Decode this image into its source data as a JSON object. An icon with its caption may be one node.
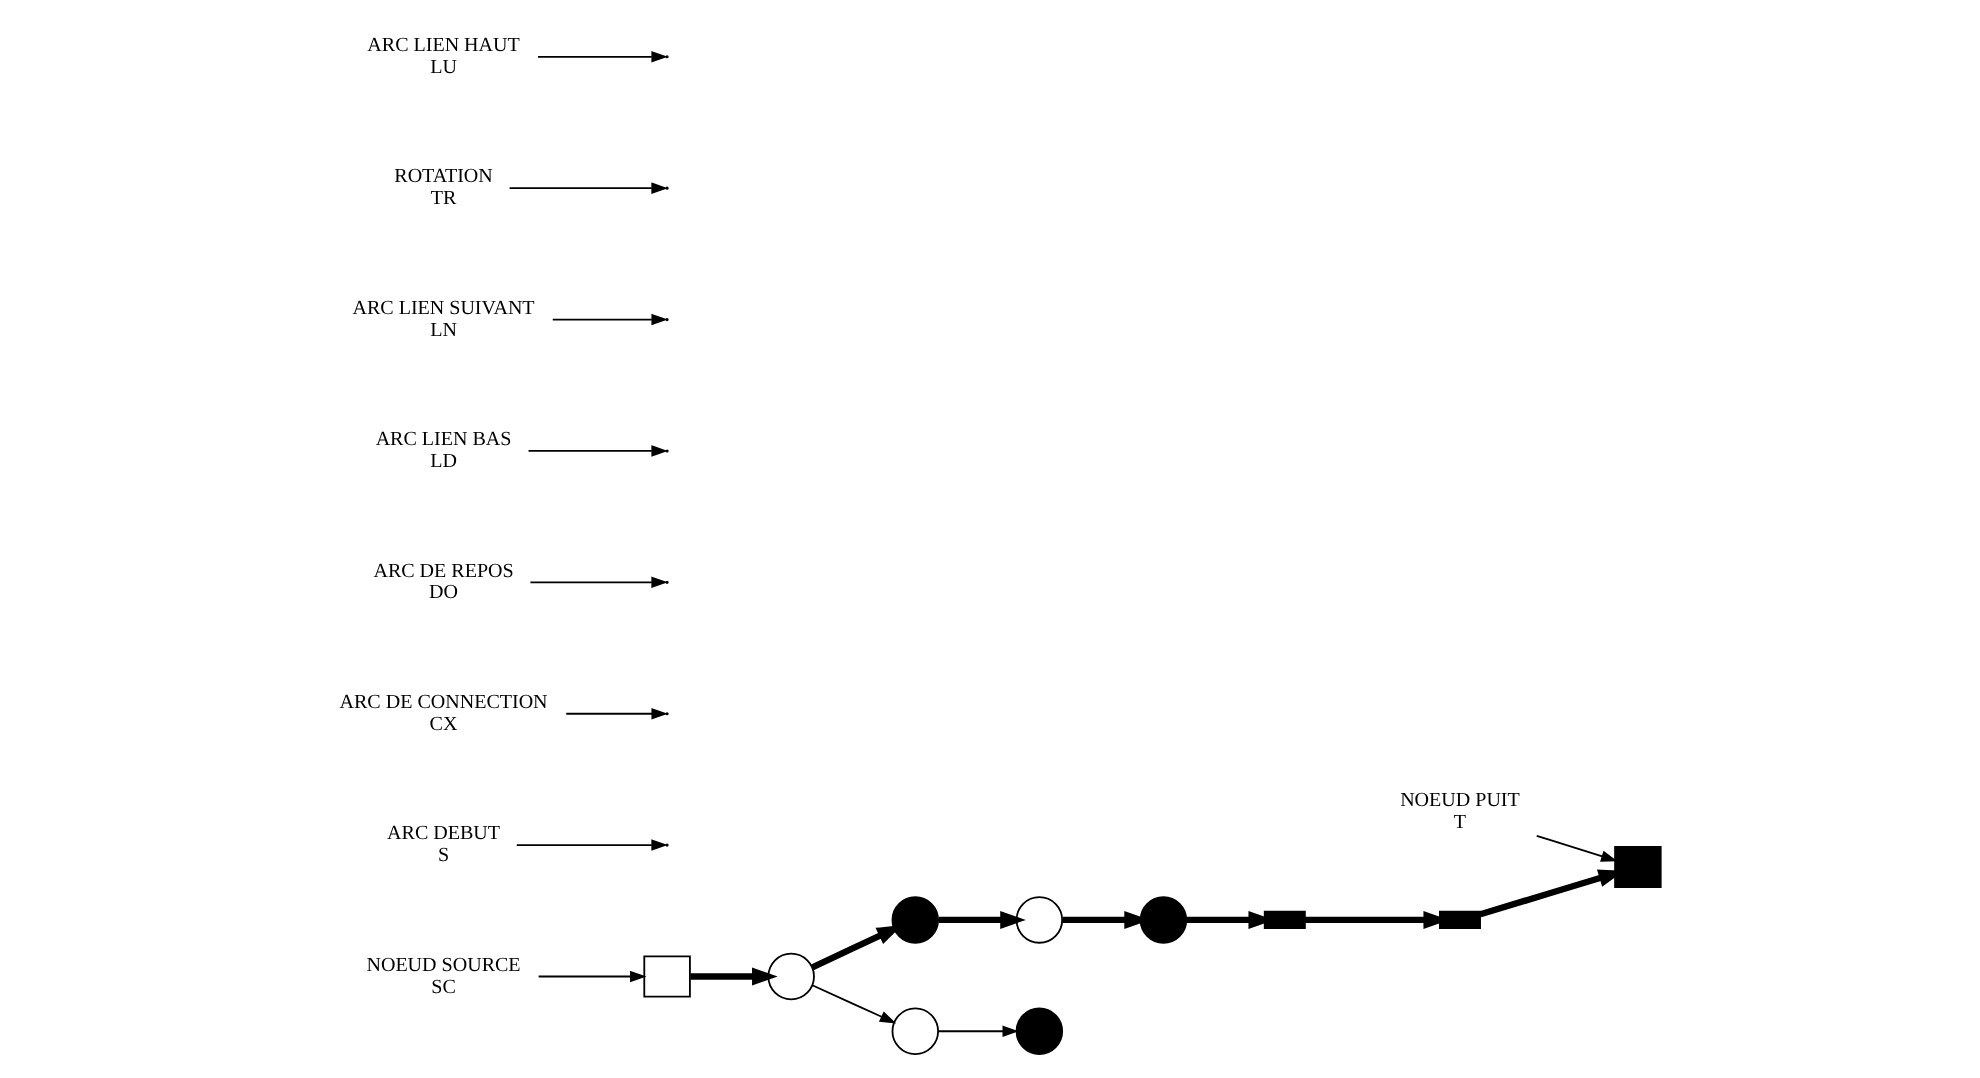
{
  "diagram": {
    "nodes": [
      {
        "text": [],
        "shape": "box"
      },
      {
        "text": [],
        "shape": "circle"
      },
      {
        "text": [],
        "shape": "circle"
      },
      {
        "text": [],
        "shape": "circle"
      },
      {
        "text": [],
        "shape": "circle"
      },
      {
        "text": [],
        "shape": "circle"
      },
      {
        "text": [],
        "shape": "circle"
      },
      {
        "text": [],
        "shape": "bar"
      },
      {
        "text": [],
        "shape": "bar"
      },
      {
        "text": [],
        "shape": "box"
      },
      {
        "text": [
          "ARC DEBUT",
          "S"
        ]
      },
      {
        "text": [
          "ARC DE CONNECTION",
          "CX"
        ]
      },
      {
        "text": [
          "ARC DE REPOS",
          "DO"
        ]
      },
      {
        "text": [
          "ARC LIEN BAS",
          "LD"
        ]
      },
      {
        "text": [
          "NOEUD SOURCE",
          "SC"
        ]
      },
      {
        "text": [
          "ARC LIEN SUIVANT",
          "LN"
        ]
      },
      {
        "text": [
          "ROTATION",
          "TR"
        ]
      },
      {
        "text": [
          "ARC LIEN HAUT",
          "LU"
        ]
      },
      {
        "text": [
          "NOEUD PUIT",
          "T"
        ]
      }
    ],
    "edges": [
      {
        "from": 0,
        "to": 1,
        "arrow": "to",
        "style": "thick"
      },
      {
        "from": 1,
        "to": 2,
        "arrow": "to",
        "style": "thick"
      },
      {
        "from": 2,
        "to": 3,
        "arrow": "to",
        "style": "thick"
      },
      {
        "from": 3,
        "to": 4,
        "arrow": "to",
        "style": "thick"
      },
      {
        "from": 1,
        "to": 5,
        "arrow": "to"
      },
      {
        "from": 5,
        "to": 6,
        "arrow": "to"
      },
      {
        "from": 4,
        "to": 7,
        "arrow": "to",
        "style": "thick"
      },
      {
        "from": 7,
        "to": 8,
        "arrow": "to",
        "style": "thick"
      },
      {
        "from": 8,
        "to": 9,
        "arrow": "to",
        "style": "thick"
      },
      {
        "from": 10,
        "to": null,
        "arrow": "to"
      },
      {
        "from": 11,
        "to": null,
        "arrow": "to"
      },
      {
        "from": 12,
        "to": null,
        "arrow": "to"
      },
      {
        "from": 13,
        "to": null,
        "arrow": "to"
      },
      {
        "from": 14,
        "to": 0,
        "arrow": "to"
      },
      {
        "from": 15,
        "to": null,
        "arrow": "to"
      },
      {
        "from": 16,
        "to": null,
        "arrow": "to"
      },
      {
        "from": 17,
        "to": null,
        "arrow": "to"
      },
      {
        "from": 18,
        "to": 9,
        "arrow": "to"
      }
    ]
  }
}
